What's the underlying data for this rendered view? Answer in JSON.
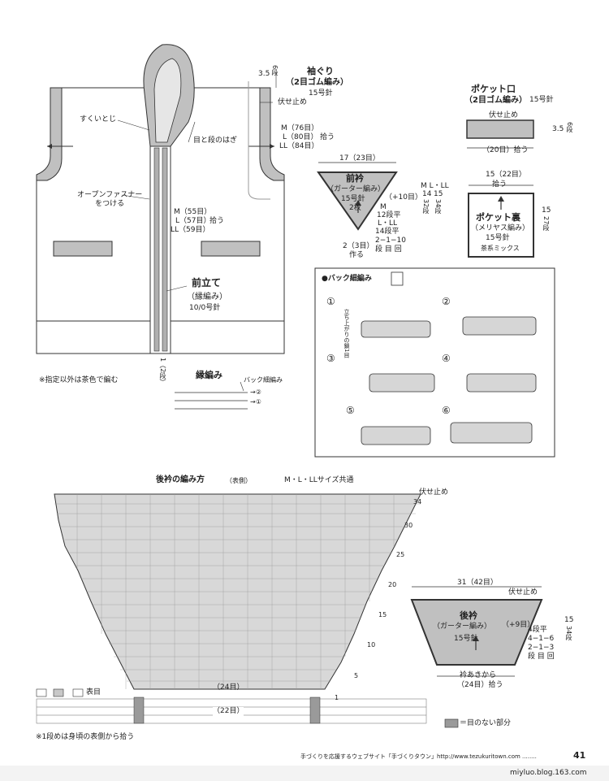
{
  "vest": {
    "sodegu_title": "袖ぐり",
    "sodegu_sub": "（2目ゴム編み）",
    "sodegu_needle": "15号針",
    "sodegu_height": "3.5",
    "sodegu_rows": "6段",
    "fuseme_label": "伏せ止め",
    "sukui_label": "すくいとじ",
    "medan_label": "目と段のはぎ",
    "sleeve_counts": [
      "M（76目）",
      "L（80目）",
      "LL（84目）"
    ],
    "hirou": "拾う",
    "fastener_label": "オープンファスナー\nをつける",
    "front_counts": [
      "M（55目）",
      "L（57目）",
      "LL（59目）"
    ],
    "maedate_title": "前立て",
    "maedate_sub": "（縁編み）",
    "maedate_needle": "10/0号針",
    "maedate_rows": "1（2段）",
    "note_color": "※指定以外は茶色で編む"
  },
  "edge": {
    "title": "縁編み",
    "back_label": "バック細編み",
    "row2": "→②",
    "row1": "→①"
  },
  "front_collar": {
    "width_label": "17（23目）",
    "title": "前衿",
    "sub": "（ガーター編み）",
    "needle": "15号針",
    "count": "2枚",
    "plus": "（+10目）",
    "rows_m": "M",
    "rows_m_val": "12段平",
    "rows_l": "L・LL",
    "rows_l_val": "14段平",
    "dec_val": "2−1−10",
    "dec_head": "段 目 回",
    "start_label": "2（3目）",
    "start_sub": "作る",
    "side_sizes": "M L・LL",
    "side_vals": [
      "14",
      "15"
    ],
    "side_rows": [
      "32段",
      "34段"
    ]
  },
  "pocket": {
    "title": "ポケット口",
    "sub": "（2目ゴム編み）",
    "needle": "15号針",
    "fuseme": "伏せ止め",
    "height": "3.5",
    "rows": "6段",
    "pick": "（20目）拾う",
    "ura_width": "15（22目）",
    "ura_pick": "拾う",
    "ura_title": "ポケット裏",
    "ura_sub": "（メリヤス編み）",
    "ura_needle": "15号針",
    "ura_yarn": "茶系ミックス",
    "ura_height": "15",
    "ura_rows": "27段"
  },
  "back_stitch": {
    "title": "●バック細編み",
    "steps": [
      "①",
      "②",
      "③",
      "④",
      "⑤",
      "⑥"
    ],
    "step1_note": "立ち上がりの鎖1目"
  },
  "back_collar_chart": {
    "title": "後衿の編み方",
    "side": "（表側）",
    "sizes": "M・L・LLサイズ共通",
    "fuseme": "伏せ止め",
    "row_labels": [
      "34",
      "30",
      "25",
      "20",
      "15",
      "10",
      "5",
      "1"
    ],
    "top_count": "（24目）",
    "bottom_count": "（22目）",
    "legend_knit": "表目",
    "legend_none": "＝目のない部分",
    "note_first": "※1段めは身頃の表側から拾う"
  },
  "back_collar": {
    "width": "31（42目）",
    "fuseme": "伏せ止め",
    "title": "後衿",
    "sub": "（ガーター編み）",
    "needle": "15号針",
    "plus": "（+9目）",
    "rows": [
      "4段平",
      "4−1−6",
      "2−1−3"
    ],
    "head": "段 目 回",
    "height": "15",
    "height_rows": "34段",
    "pick": "衿あきから",
    "pick2": "（24目）拾う"
  },
  "footer": {
    "site": "手づくりを応援するウェブサイト「手づくりタウン」http://www.tezukuritown.com ........",
    "page_no": "41",
    "watermark": "miyluo.blog.163.com"
  }
}
